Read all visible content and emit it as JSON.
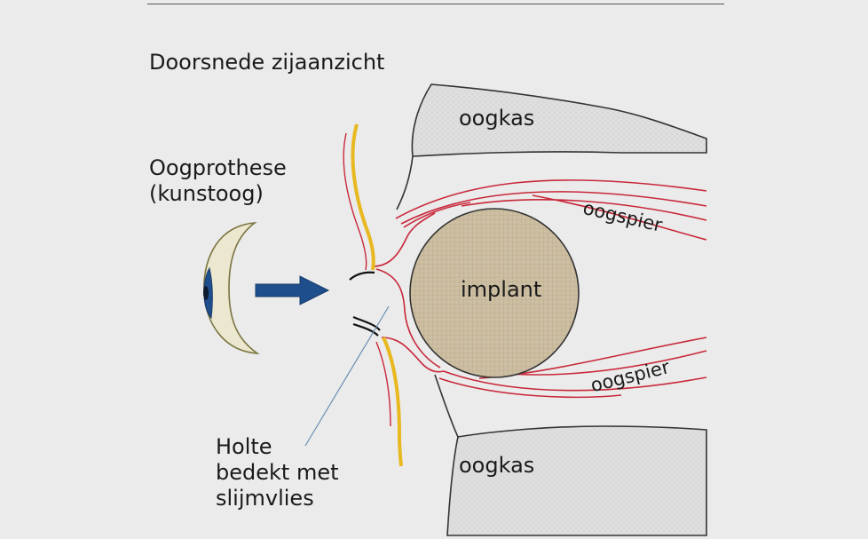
{
  "title": "Doorsnede zijaanzicht",
  "labels": {
    "prosthesis_line1": "Oogprothese",
    "prosthesis_line2": "(kunstoog)",
    "orbit_top": "oogkas",
    "orbit_bottom": "oogkas",
    "muscle_top": "oogspier",
    "muscle_bottom": "oogspier",
    "implant": "implant",
    "cavity_line1": "Holte",
    "cavity_line2": "bedekt met",
    "cavity_line3": "slijmvlies"
  },
  "colors": {
    "background": "#ebebeb",
    "bone": "#dcdcdc",
    "bone_outline": "#333333",
    "muscle": "#c8283a",
    "eyelid": "#e8b820",
    "implant_fill": "#cdbfa3",
    "implant_outline": "#333333",
    "prosthesis_outline": "#7a7440",
    "iris": "#1f4e8c",
    "arrow": "#1f4e8c",
    "pointer": "#6a8fb0"
  }
}
